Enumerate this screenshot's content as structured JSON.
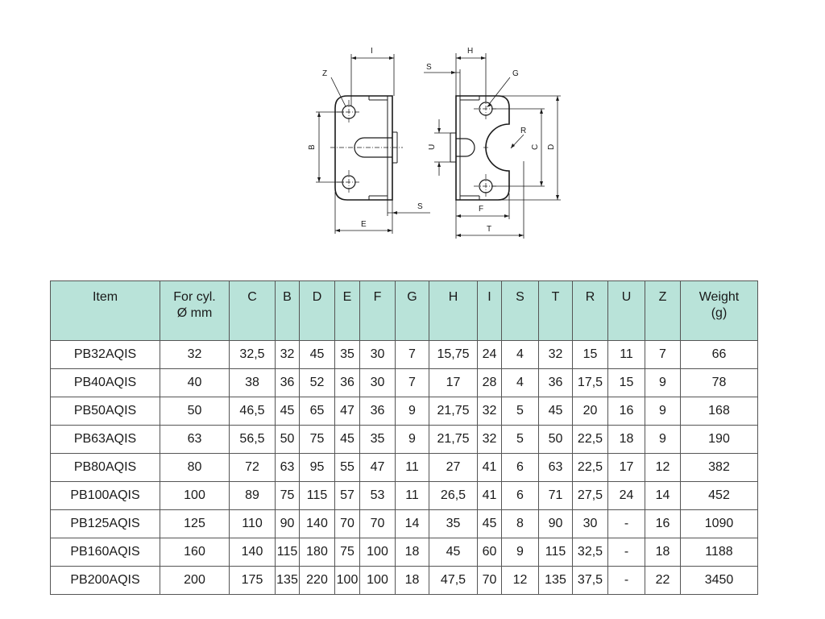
{
  "drawing": {
    "labels": {
      "I": "I",
      "Z": "Z",
      "B": "B",
      "E": "E",
      "S": "S",
      "H": "H",
      "G": "G",
      "R": "R",
      "U": "U",
      "C": "C",
      "D": "D",
      "F": "F",
      "T": "T"
    }
  },
  "table": {
    "headers": [
      "Item",
      "For cyl.\nØ mm",
      "C",
      "B",
      "D",
      "E",
      "F",
      "G",
      "H",
      "I",
      "S",
      "T",
      "R",
      "U",
      "Z",
      "Weight\n(g)"
    ],
    "rows": [
      [
        "PB32AQIS",
        "32",
        "32,5",
        "32",
        "45",
        "35",
        "30",
        "7",
        "15,75",
        "24",
        "4",
        "32",
        "15",
        "11",
        "7",
        "66"
      ],
      [
        "PB40AQIS",
        "40",
        "38",
        "36",
        "52",
        "36",
        "30",
        "7",
        "17",
        "28",
        "4",
        "36",
        "17,5",
        "15",
        "9",
        "78"
      ],
      [
        "PB50AQIS",
        "50",
        "46,5",
        "45",
        "65",
        "47",
        "36",
        "9",
        "21,75",
        "32",
        "5",
        "45",
        "20",
        "16",
        "9",
        "168"
      ],
      [
        "PB63AQIS",
        "63",
        "56,5",
        "50",
        "75",
        "45",
        "35",
        "9",
        "21,75",
        "32",
        "5",
        "50",
        "22,5",
        "18",
        "9",
        "190"
      ],
      [
        "PB80AQIS",
        "80",
        "72",
        "63",
        "95",
        "55",
        "47",
        "11",
        "27",
        "41",
        "6",
        "63",
        "22,5",
        "17",
        "12",
        "382"
      ],
      [
        "PB100AQIS",
        "100",
        "89",
        "75",
        "115",
        "57",
        "53",
        "11",
        "26,5",
        "41",
        "6",
        "71",
        "27,5",
        "24",
        "14",
        "452"
      ],
      [
        "PB125AQIS",
        "125",
        "110",
        "90",
        "140",
        "70",
        "70",
        "14",
        "35",
        "45",
        "8",
        "90",
        "30",
        "-",
        "16",
        "1090"
      ],
      [
        "PB160AQIS",
        "160",
        "140",
        "115",
        "180",
        "75",
        "100",
        "18",
        "45",
        "60",
        "9",
        "115",
        "32,5",
        "-",
        "18",
        "1188"
      ],
      [
        "PB200AQIS",
        "200",
        "175",
        "135",
        "220",
        "100",
        "100",
        "18",
        "47,5",
        "70",
        "12",
        "135",
        "37,5",
        "-",
        "22",
        "3450"
      ]
    ]
  }
}
